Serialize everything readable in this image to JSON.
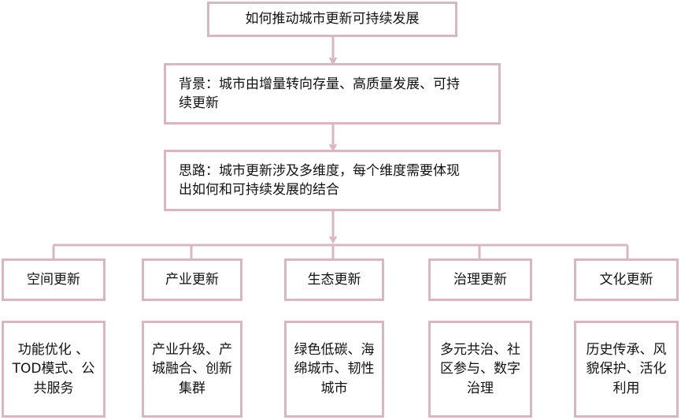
{
  "title": "如何推动城市更新可持续发展",
  "background": "背景：城市由增量转向存量、高质量发展、可持\n续更新",
  "approach": "思路：城市更新涉及多维度，每个维度需要体现\n出如何和可持续发展的结合",
  "categories": [
    {
      "label": "空间更新",
      "detail": "功能优化 、\nTOD模式、公\n共服务"
    },
    {
      "label": "产业更新",
      "detail": "产业升级、产\n城融合、创新\n集群"
    },
    {
      "label": "生态更新",
      "detail": "绿色低碳、海\n绵城市、韧性\n城市"
    },
    {
      "label": "治理更新",
      "detail": "多元共治、社\n区参与、数字\n治理"
    },
    {
      "label": "文化更新",
      "detail": "历史传承、风\n貌保护、活化\n利用"
    }
  ],
  "colors": {
    "border": "#d8b7c3",
    "text": "#111111",
    "background": "#ffffff"
  }
}
